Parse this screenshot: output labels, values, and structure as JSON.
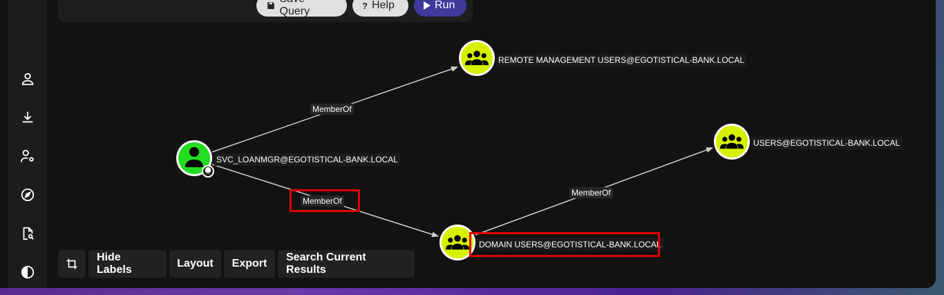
{
  "query_panel": {
    "save_query": "Save Query",
    "help": "Help",
    "run": "Run"
  },
  "sidebar": {
    "icons": [
      "user-icon",
      "download-icon",
      "user-settings-icon",
      "compass-icon",
      "file-search-icon",
      "contrast-icon"
    ]
  },
  "graph": {
    "nodes": {
      "svc": "SVC_LOANMGR@EGOTISTICAL-BANK.LOCAL",
      "remote": "REMOTE MANAGEMENT USERS@EGOTISTICAL-BANK.LOCAL",
      "users": "USERS@EGOTISTICAL-BANK.LOCAL",
      "domain_users": "DOMAIN USERS@EGOTISTICAL-BANK.LOCAL"
    },
    "edges": {
      "svc_remote": "MemberOf",
      "svc_domain": "MemberOf",
      "domain_users": "MemberOf"
    },
    "colors": {
      "user_node": "#22dd22",
      "group_node": "#d6f000",
      "edge": "#d0d0d0",
      "highlight": "#e10000"
    }
  },
  "toolbar": {
    "crop_icon": "crop-icon",
    "hide_labels": "Hide Labels",
    "layout": "Layout",
    "export": "Export",
    "search_current_results": "Search Current Results"
  }
}
